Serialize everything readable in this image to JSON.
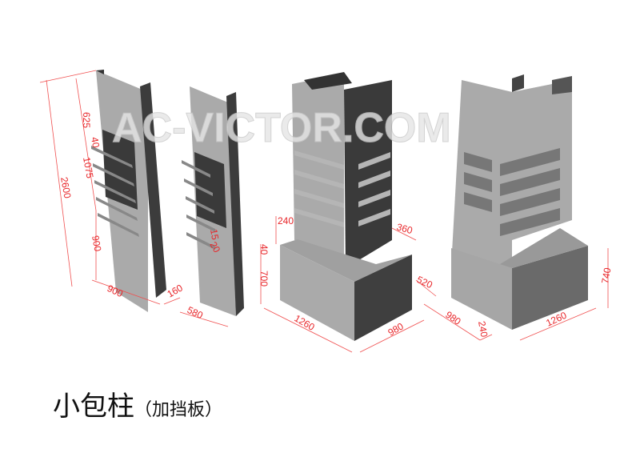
{
  "watermark": "AC-VICTOR.COM",
  "title": {
    "main": "小包柱",
    "sub": "（加挡板）"
  },
  "dimensions": {
    "unit1": {
      "top": "625",
      "total": "2600",
      "mid": "1075",
      "gap": "40",
      "bottom": "900",
      "width": "900",
      "depth": "160"
    },
    "unit2": {
      "arm_a": "15",
      "arm_b": "20",
      "width": "580"
    },
    "unit3": {
      "top_w": "240",
      "top_d": "360",
      "base_gap": "40",
      "base_h": "700",
      "offset": "520",
      "base_w": "1260",
      "base_d": "980"
    },
    "unit4": {
      "base_d": "980",
      "side": "240",
      "base_w": "1260",
      "base_h": "740"
    }
  },
  "colors": {
    "light": "#a9a9a9",
    "mid": "#6a6a6a",
    "dark": "#3d3d3d",
    "dim": "#e8262a"
  }
}
